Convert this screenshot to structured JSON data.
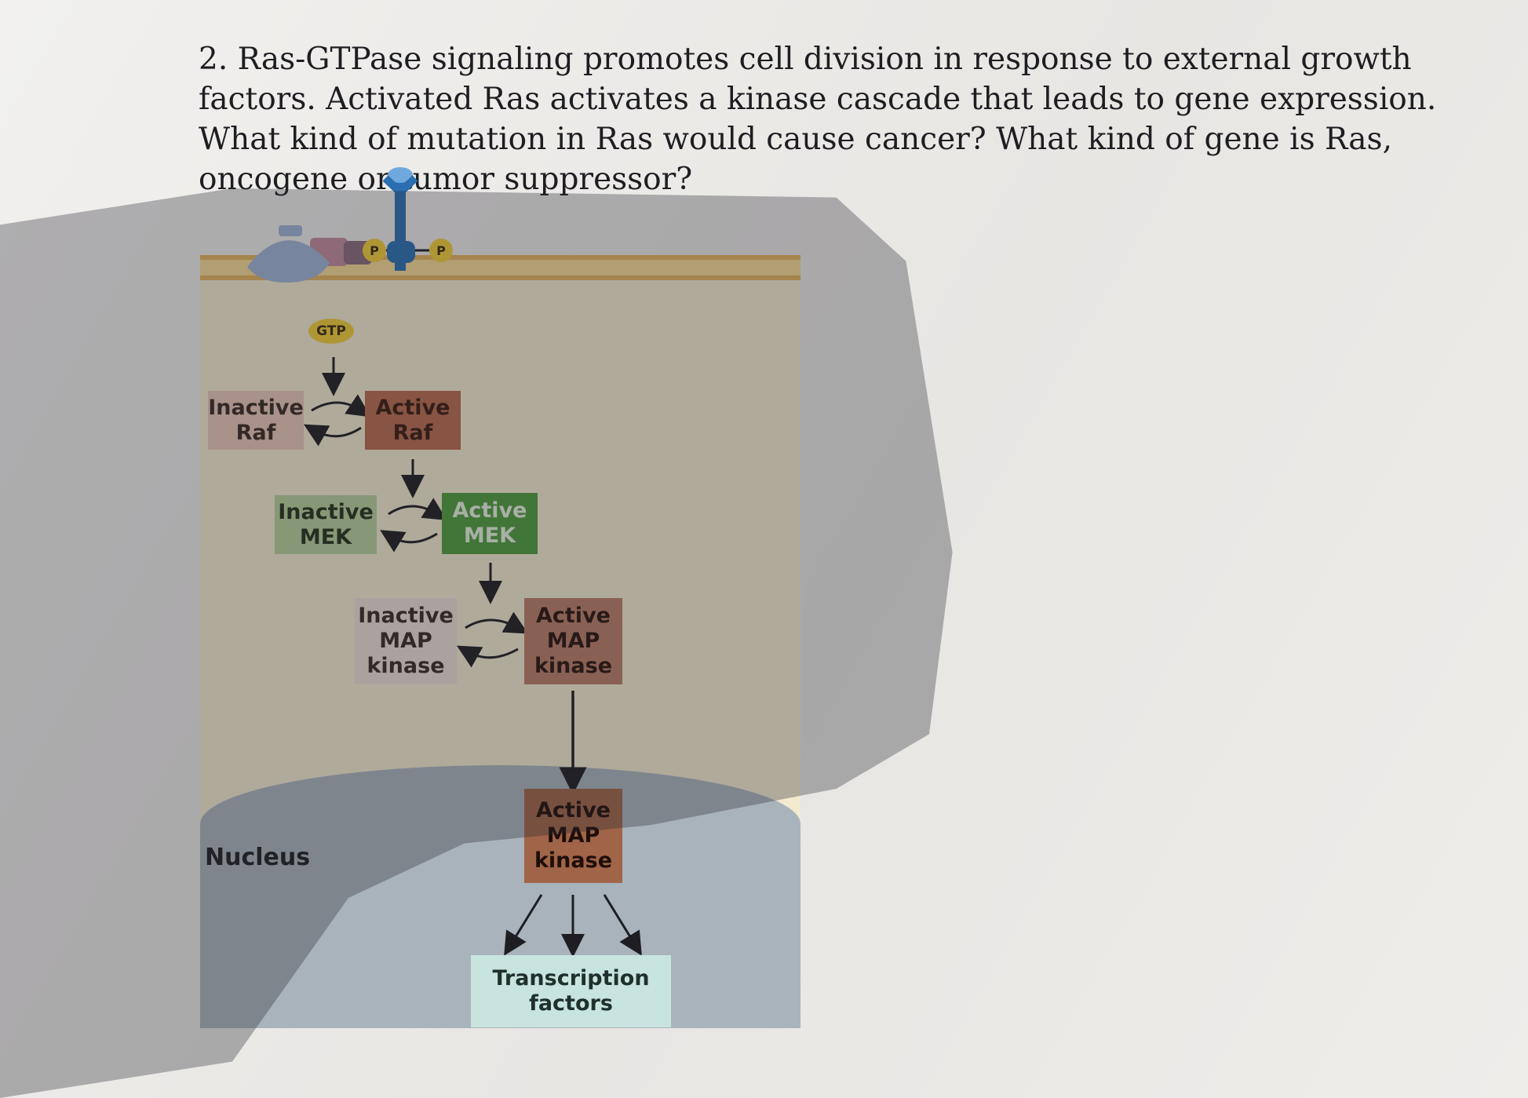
{
  "question": {
    "text": "2. Ras-GTPase signaling promotes cell division in response to external growth factors. Activated Ras activates a kinase cascade that leads to gene expression. What kind of mutation in Ras would cause cancer? What kind of gene is Ras, oncogene or tumor suppressor?"
  },
  "diagram": {
    "gtp_label": "GTP",
    "phospho_label": "P",
    "raf": {
      "inactive": "Inactive\nRaf",
      "active": "Active\nRaf"
    },
    "mek": {
      "inactive": "Inactive\nMEK",
      "active": "Active\nMEK"
    },
    "map": {
      "inactive": "Inactive\nMAP\nkinase",
      "active": "Active\nMAP\nkinase"
    },
    "nucleus_map": "Active\nMAP\nkinase",
    "nucleus_label": "Nucleus",
    "transcription": "Transcription\nfactors"
  },
  "colors": {
    "cytoplasm": "#f3ead0",
    "membrane": "#e3b25b",
    "nucleus": "#a9b3bb",
    "receptor": "#2b6fb0",
    "ras": "#9fb4d6"
  }
}
